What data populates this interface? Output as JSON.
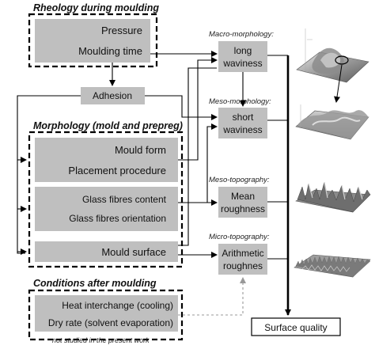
{
  "groups": {
    "rheology": {
      "title": "Rheology during moulding",
      "items": [
        "Pressure",
        "Moulding time"
      ]
    },
    "morphology": {
      "title": "Morphology (mold and prepreg)",
      "items": [
        "Mould form",
        "Placement procedure",
        "Glass fibres content",
        "Glass fibres orientation",
        "Mould surface"
      ]
    },
    "conditions": {
      "title": "Conditions after moulding",
      "items": [
        "Heat interchange (cooling)",
        "Dry rate (solvent evaporation)"
      ],
      "note": "not studied in the present work"
    }
  },
  "adhesion": "Adhesion",
  "levels": [
    {
      "label": "Macro-morphology:",
      "box": [
        "long",
        "waviness"
      ]
    },
    {
      "label": "Meso-morphology:",
      "box": [
        "short",
        "waviness"
      ]
    },
    {
      "label": "Meso-topography:",
      "box": [
        "Mean",
        "roughness"
      ]
    },
    {
      "label": "Micro-topography:",
      "box": [
        "Arithmetic",
        "roughnes"
      ]
    }
  ],
  "output": "Surface quality",
  "colors": {
    "box_fill": "#bfbfbf",
    "line": "#000000",
    "dashed_link": "#aaaaaa",
    "surface_light": "#d9d9d9",
    "surface_dark": "#6e6e6e"
  }
}
